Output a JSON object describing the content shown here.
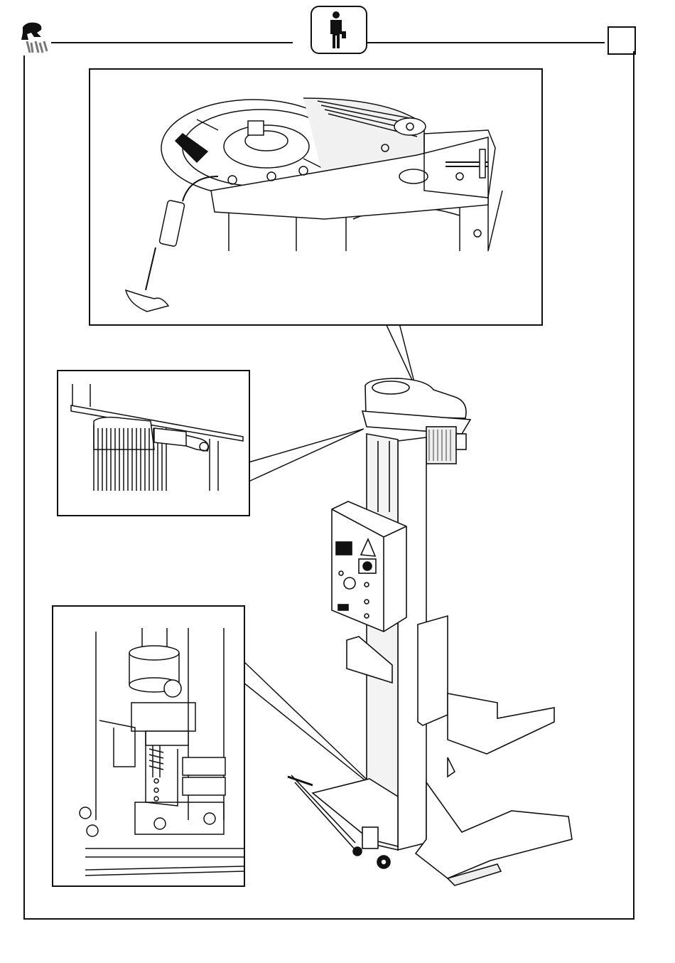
{
  "header": {
    "brand_logo_icon": "brand-logo-icon",
    "operator_icon": "operator-icon",
    "page_box_text": ""
  },
  "figures": {
    "top_detail": {
      "icon": "pulley-belt-tension-detail"
    },
    "left_detail": {
      "icon": "limit-switch-top-detail"
    },
    "bottom_detail": {
      "icon": "limit-switch-carriage-detail"
    },
    "main_view": {
      "icon": "mobile-column-lift"
    }
  },
  "colors": {
    "line": "#111111",
    "paper": "#ffffff",
    "shade": "#d9d9d9"
  }
}
